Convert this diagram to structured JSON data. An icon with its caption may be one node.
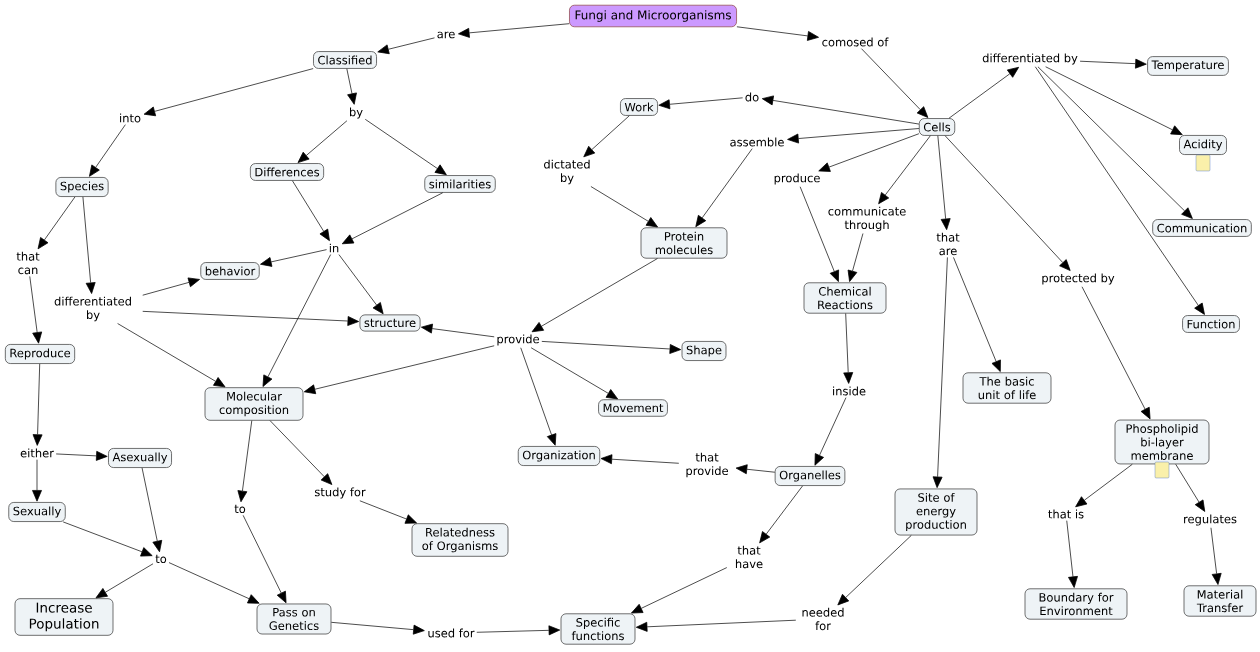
{
  "diagram": {
    "nodes": [
      {
        "text": [
          "Fungi and Microorganisms"
        ]
      },
      {
        "text": [
          "are"
        ]
      },
      {
        "text": [
          "Classified"
        ]
      },
      {
        "text": [
          "comosed of"
        ]
      },
      {
        "text": [
          "into"
        ]
      },
      {
        "text": [
          "by"
        ]
      },
      {
        "text": [
          "Work"
        ]
      },
      {
        "text": [
          "do"
        ]
      },
      {
        "text": [
          "Cells"
        ]
      },
      {
        "text": [
          "differentiated by"
        ]
      },
      {
        "text": [
          "Temperature"
        ]
      },
      {
        "text": [
          "Acidity"
        ]
      },
      {
        "text": [
          "Species"
        ]
      },
      {
        "text": [
          "Differences"
        ]
      },
      {
        "text": [
          "similarities"
        ]
      },
      {
        "text": [
          "dictated by"
        ]
      },
      {
        "text": [
          "assemble"
        ]
      },
      {
        "text": [
          "produce"
        ]
      },
      {
        "text": [
          "communicate through"
        ]
      },
      {
        "text": [
          "that are"
        ]
      },
      {
        "text": [
          "Protein molecules"
        ]
      },
      {
        "text": [
          "Communication"
        ]
      },
      {
        "text": [
          "that can"
        ]
      },
      {
        "text": [
          "in"
        ]
      },
      {
        "text": [
          "behavior"
        ]
      },
      {
        "text": [
          "differentiated by"
        ]
      },
      {
        "text": [
          "structure"
        ]
      },
      {
        "text": [
          "Chemical Reactions"
        ]
      },
      {
        "text": [
          "protected by"
        ]
      },
      {
        "text": [
          "Function"
        ]
      },
      {
        "text": [
          "Reproduce"
        ]
      },
      {
        "text": [
          "provide"
        ]
      },
      {
        "text": [
          "Shape"
        ]
      },
      {
        "text": [
          "Molecular composition"
        ]
      },
      {
        "text": [
          "Movement"
        ]
      },
      {
        "text": [
          "The basic unit of life"
        ]
      },
      {
        "text": [
          "inside"
        ]
      },
      {
        "text": [
          "Phospholipid bi-layer membrane"
        ]
      },
      {
        "text": [
          "either"
        ]
      },
      {
        "text": [
          "Asexually"
        ]
      },
      {
        "text": [
          "Organization"
        ]
      },
      {
        "text": [
          "that provide"
        ]
      },
      {
        "text": [
          "Organelles"
        ]
      },
      {
        "text": [
          "Site of energy production"
        ]
      },
      {
        "text": [
          "Sexually"
        ]
      },
      {
        "text": [
          "to"
        ]
      },
      {
        "text": [
          "study for"
        ]
      },
      {
        "text": [
          "that is"
        ]
      },
      {
        "text": [
          "regulates"
        ]
      },
      {
        "text": [
          "Relatedness of Organisms"
        ]
      },
      {
        "text": [
          "to"
        ]
      },
      {
        "text": [
          "that have"
        ]
      },
      {
        "text": [
          "Increase Population"
        ]
      },
      {
        "text": [
          "Pass on Genetics"
        ]
      },
      {
        "text": [
          "used for"
        ]
      },
      {
        "text": [
          "Specific functions"
        ]
      },
      {
        "text": [
          "needed for"
        ]
      },
      {
        "text": [
          "Boundary for Environment"
        ]
      },
      {
        "text": [
          "Material Transfer"
        ]
      }
    ],
    "edges": [
      {
        "from": 0,
        "to": 1,
        "arrow": "to"
      },
      {
        "from": 1,
        "to": 2,
        "arrow": "to"
      },
      {
        "from": 0,
        "to": 3,
        "arrow": "to"
      },
      {
        "from": 3,
        "to": 8,
        "arrow": "to"
      },
      {
        "from": 2,
        "to": 4,
        "arrow": "to"
      },
      {
        "from": 4,
        "to": 12,
        "arrow": "to"
      },
      {
        "from": 2,
        "to": 5,
        "arrow": "to"
      },
      {
        "from": 5,
        "to": 13,
        "arrow": "to"
      },
      {
        "from": 5,
        "to": 14,
        "arrow": "to"
      },
      {
        "from": 8,
        "to": 7,
        "arrow": "to"
      },
      {
        "from": 7,
        "to": 6,
        "arrow": "to"
      },
      {
        "from": 6,
        "to": 15,
        "arrow": "to"
      },
      {
        "from": 15,
        "to": 20,
        "arrow": "to"
      },
      {
        "from": 8,
        "to": 16,
        "arrow": "to"
      },
      {
        "from": 16,
        "to": 20,
        "arrow": "to"
      },
      {
        "from": 8,
        "to": 17,
        "arrow": "to"
      },
      {
        "from": 17,
        "to": 27,
        "arrow": "to"
      },
      {
        "from": 8,
        "to": 18,
        "arrow": "to"
      },
      {
        "from": 18,
        "to": 27,
        "arrow": "to"
      },
      {
        "from": 8,
        "to": 19,
        "arrow": "to"
      },
      {
        "from": 19,
        "to": 43,
        "arrow": "to"
      },
      {
        "from": 19,
        "to": 35,
        "arrow": "to"
      },
      {
        "from": 8,
        "to": 9,
        "arrow": "to"
      },
      {
        "from": 9,
        "to": 10,
        "arrow": "to"
      },
      {
        "from": 9,
        "to": 11,
        "arrow": "to"
      },
      {
        "from": 9,
        "to": 21,
        "arrow": "to"
      },
      {
        "from": 9,
        "to": 29,
        "arrow": "to"
      },
      {
        "from": 8,
        "to": 28,
        "arrow": "to"
      },
      {
        "from": 28,
        "to": 37,
        "arrow": "to"
      },
      {
        "from": 12,
        "to": 22,
        "arrow": "to"
      },
      {
        "from": 22,
        "to": 30,
        "arrow": "to"
      },
      {
        "from": 12,
        "to": 25,
        "arrow": "to"
      },
      {
        "from": 25,
        "to": 24,
        "arrow": "to"
      },
      {
        "from": 25,
        "to": 26,
        "arrow": "to"
      },
      {
        "from": 25,
        "to": 33,
        "arrow": "to"
      },
      {
        "from": 13,
        "to": 23,
        "arrow": "to"
      },
      {
        "from": 14,
        "to": 23,
        "arrow": "to"
      },
      {
        "from": 23,
        "to": 24,
        "arrow": "to"
      },
      {
        "from": 23,
        "to": 26,
        "arrow": "to"
      },
      {
        "from": 23,
        "to": 33,
        "arrow": "to"
      },
      {
        "from": 20,
        "to": 31,
        "arrow": "to"
      },
      {
        "from": 31,
        "to": 26,
        "arrow": "to"
      },
      {
        "from": 31,
        "to": 32,
        "arrow": "to"
      },
      {
        "from": 31,
        "to": 33,
        "arrow": "to"
      },
      {
        "from": 31,
        "to": 34,
        "arrow": "to"
      },
      {
        "from": 31,
        "to": 40,
        "arrow": "to"
      },
      {
        "from": 30,
        "to": 38,
        "arrow": "to"
      },
      {
        "from": 38,
        "to": 39,
        "arrow": "to"
      },
      {
        "from": 38,
        "to": 44,
        "arrow": "to"
      },
      {
        "from": 39,
        "to": 50,
        "arrow": "to"
      },
      {
        "from": 44,
        "to": 50,
        "arrow": "to"
      },
      {
        "from": 50,
        "to": 52,
        "arrow": "to"
      },
      {
        "from": 50,
        "to": 53,
        "arrow": "to"
      },
      {
        "from": 33,
        "to": 45,
        "arrow": "to"
      },
      {
        "from": 45,
        "to": 53,
        "arrow": "to"
      },
      {
        "from": 33,
        "to": 46,
        "arrow": "to"
      },
      {
        "from": 46,
        "to": 49,
        "arrow": "to"
      },
      {
        "from": 53,
        "to": 54,
        "arrow": "to"
      },
      {
        "from": 54,
        "to": 55,
        "arrow": "to"
      },
      {
        "from": 27,
        "to": 36,
        "arrow": "to"
      },
      {
        "from": 36,
        "to": 42,
        "arrow": "to"
      },
      {
        "from": 42,
        "to": 41,
        "arrow": "to"
      },
      {
        "from": 41,
        "to": 40,
        "arrow": "to"
      },
      {
        "from": 42,
        "to": 51,
        "arrow": "to"
      },
      {
        "from": 51,
        "to": 55,
        "arrow": "to"
      },
      {
        "from": 43,
        "to": 56,
        "arrow": "to"
      },
      {
        "from": 56,
        "to": 55,
        "arrow": "to"
      },
      {
        "from": 37,
        "to": 47,
        "arrow": "to"
      },
      {
        "from": 47,
        "to": 57,
        "arrow": "to"
      },
      {
        "from": 37,
        "to": 48,
        "arrow": "to"
      },
      {
        "from": 48,
        "to": 58,
        "arrow": "to"
      }
    ]
  }
}
